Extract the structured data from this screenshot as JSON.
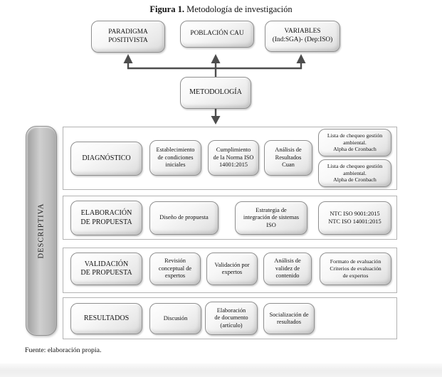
{
  "figure": {
    "title_prefix": "Figura 1.",
    "title_rest": " Metodología de investigación",
    "source_note": "Fuente: elaboración propia."
  },
  "colors": {
    "arrow": "#4d4d4d",
    "box_border": "#8f8f8f",
    "frame_border": "#b3b3b3"
  },
  "top_row": {
    "paradigma": "PARADIGMA\nPOSITIVISTA",
    "poblacion": "POBLACIÓN CAU",
    "variables": "VARIABLES\n(Ind:SGA)- (Dep:ISO)"
  },
  "center": {
    "metodologia": "METODOLOGÍA"
  },
  "side": {
    "descriptiva": "DESCRIPTIVA"
  },
  "rows": [
    {
      "header": "DIAGNÓSTICO",
      "items": [
        "Establecimiento\nde condiciones\niniciales",
        "Cumplimiento\nde la Norma ISO\n14001:2015",
        "Análisis de\nResultados\nCuan"
      ],
      "stacked": [
        "Lista de chequeo gestión\nambiental.\nAlpha de Cronbach",
        "Lista de chequeo gestión\nambiental.\nAlpha de Cronbach"
      ]
    },
    {
      "header": "ELABORACIÓN\nDE PROPUESTA",
      "items": [
        "Diseño de propuesta",
        "Estrategia de\nintegración de sistemas\nISO",
        "NTC ISO 9001:2015\nNTC ISO 14001:2015"
      ]
    },
    {
      "header": "VALIDACIÓN\nDE PROPUESTA",
      "items": [
        "Revisión\nconceptual de\nexpertos",
        "Validación por\nexpertos",
        "Análisis de\nvalidez de\ncontenido",
        "Formato de evaluación\nCriterios de evaluación\nde expertos"
      ]
    },
    {
      "header": "RESULTADOS",
      "items": [
        "Discusión",
        "Elaboración\nde documento\n(artículo)",
        "Socialización de\nresultados"
      ]
    }
  ]
}
